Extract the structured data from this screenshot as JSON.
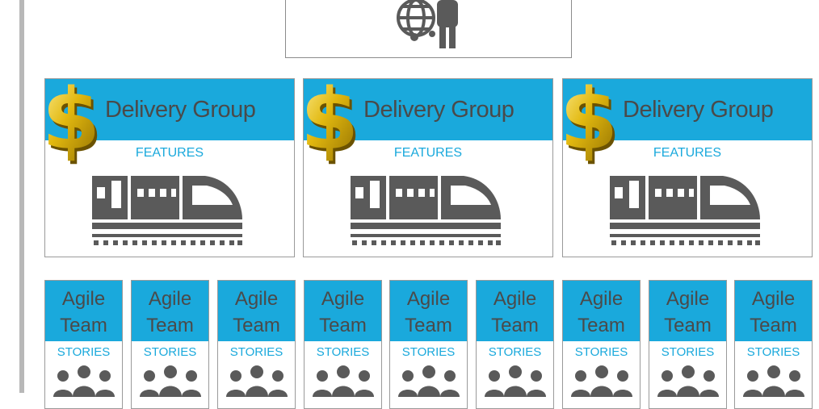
{
  "icons": {
    "portfolio": "globe-person-icon",
    "delivery": "dollar-sign-icon",
    "train": "train-icon",
    "team": "people-group-icon"
  },
  "colors": {
    "accent": "#1aa9dc",
    "text": "#4a4a4a",
    "icon": "#5a5a5a",
    "gold": "#e2b80f"
  },
  "delivery_groups": [
    {
      "title": "Delivery Group",
      "subtitle": "FEATURES"
    },
    {
      "title": "Delivery Group",
      "subtitle": "FEATURES"
    },
    {
      "title": "Delivery Group",
      "subtitle": "FEATURES"
    }
  ],
  "teams": [
    {
      "line1": "Agile",
      "line2": "Team",
      "subtitle": "STORIES"
    },
    {
      "line1": "Agile",
      "line2": "Team",
      "subtitle": "STORIES"
    },
    {
      "line1": "Agile",
      "line2": "Team",
      "subtitle": "STORIES"
    },
    {
      "line1": "Agile",
      "line2": "Team",
      "subtitle": "STORIES"
    },
    {
      "line1": "Agile",
      "line2": "Team",
      "subtitle": "STORIES"
    },
    {
      "line1": "Agile",
      "line2": "Team",
      "subtitle": "STORIES"
    },
    {
      "line1": "Agile",
      "line2": "Team",
      "subtitle": "STORIES"
    },
    {
      "line1": "Agile",
      "line2": "Team",
      "subtitle": "STORIES"
    },
    {
      "line1": "Agile",
      "line2": "Team",
      "subtitle": "STORIES"
    }
  ]
}
